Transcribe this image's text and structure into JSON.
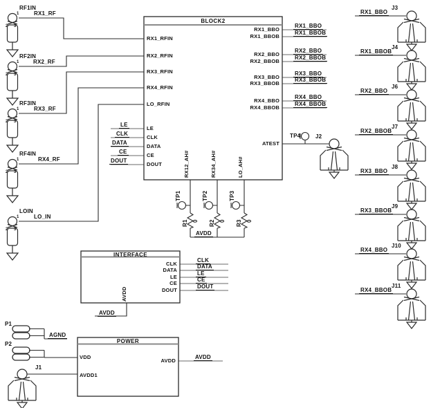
{
  "block2": {
    "title": "BLOCK2",
    "left_pins": [
      "RX1_RFIN",
      "RX2_RFIN",
      "RX3_RFIN",
      "RX4_RFIN",
      "LO_RFIN",
      "LE",
      "CLK",
      "DATA",
      "CE",
      "DOUT"
    ],
    "right_pins": [
      "RX1_BBO",
      "RX1_BBOB",
      "RX2_BBO",
      "RX2_BBOB",
      "RX3_BBO",
      "RX3_BBOB",
      "RX4_BBO",
      "RX4_BBOB",
      "ATEST"
    ],
    "bottom_pins": [
      "RX12_AH#",
      "RX34_AH#",
      "LO_AH#"
    ],
    "right_stub_nets": [
      "RX1_BBO",
      "RX1_BBOB",
      "RX2_BBO",
      "RX2_BBOB",
      "RX3_BBO",
      "RX3_BBOB",
      "RX4_BBO",
      "RX4_BBOB"
    ],
    "serial_nets": [
      "LE",
      "CLK",
      "DATA",
      "CE",
      "DOUT"
    ]
  },
  "interface": {
    "title": "INTERFACE",
    "right_pins": [
      "CLK",
      "DATA",
      "LE",
      "CE",
      "DOUT"
    ],
    "right_nets": [
      "CLK",
      "DATA",
      "LE",
      "CE",
      "DOUT"
    ],
    "bottom_pin": "AVDD",
    "bottom_net": "AVDD"
  },
  "power": {
    "title": "POWER",
    "left_pins": [
      "VDD",
      "AVDD1"
    ],
    "right_pin": "AVDD",
    "right_net": "AVDD"
  },
  "left_connectors": [
    {
      "ref": "RF1IN",
      "net": "RX1_RF"
    },
    {
      "ref": "RF2IN",
      "net": "RX2_RF"
    },
    {
      "ref": "RF3IN",
      "net": "RX3_RF"
    },
    {
      "ref": "RF4IN",
      "net": "RX4_RF"
    },
    {
      "ref": "LOIN",
      "net": "LO_IN"
    }
  ],
  "connector_pins": [
    "1",
    "2",
    "3"
  ],
  "right_connectors": [
    {
      "ref": "J3",
      "net": "RX1_BBO"
    },
    {
      "ref": "J4",
      "net": "RX1_BBOB"
    },
    {
      "ref": "J6",
      "net": "RX2_BBO"
    },
    {
      "ref": "J7",
      "net": "RX2_BBOB"
    },
    {
      "ref": "J8",
      "net": "RX3_BBO"
    },
    {
      "ref": "J9",
      "net": "RX3_BBOB"
    },
    {
      "ref": "J10",
      "net": "RX4_BBO"
    },
    {
      "ref": "J11",
      "net": "RX4_BBOB"
    }
  ],
  "test_points": [
    "TP1",
    "TP2",
    "TP3",
    "TP4"
  ],
  "resistors": [
    {
      "ref": "R1",
      "value": "0"
    },
    {
      "ref": "R2",
      "value": "0"
    },
    {
      "ref": "R3",
      "value": "0"
    }
  ],
  "nets": {
    "avdd": "AVDD",
    "agnd": "AGND"
  },
  "plug_refs": [
    "P1",
    "P2"
  ],
  "j1": {
    "ref": "J1"
  },
  "j2": {
    "ref": "J2"
  },
  "colors": {
    "line": "#2a2a2a",
    "wire_gray": "#9b9b9b",
    "text": "#111111",
    "background": "#ffffff"
  }
}
